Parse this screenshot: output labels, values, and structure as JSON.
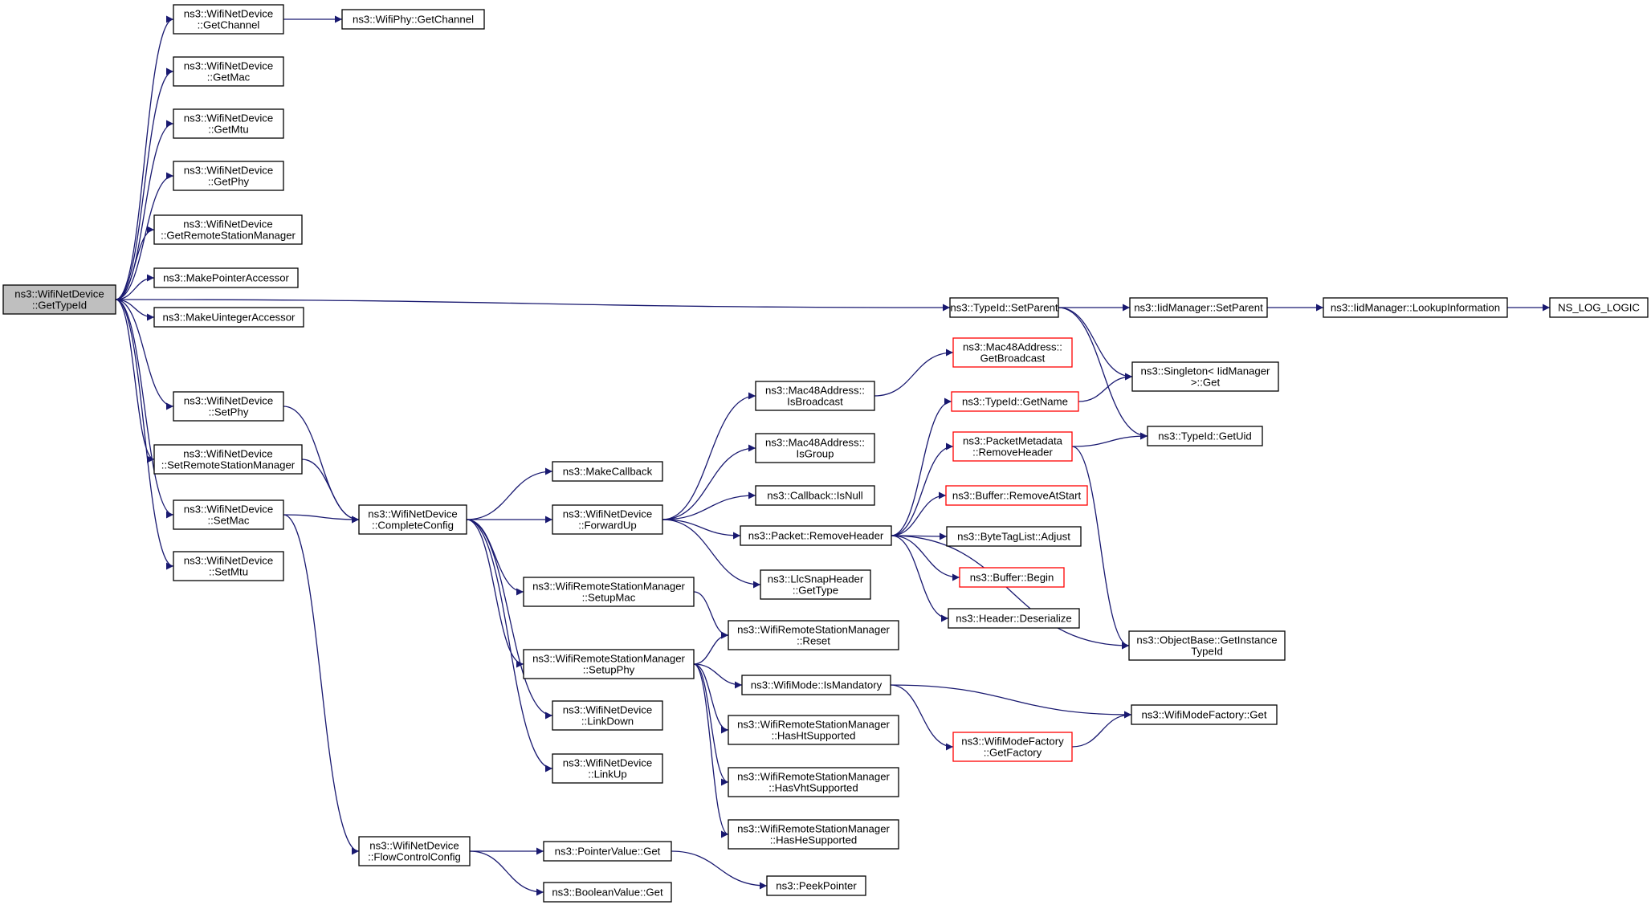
{
  "graph": {
    "colors": {
      "edge": "#191970",
      "root_fill": "#bfbfbf",
      "truncated_border": "#ff0000",
      "node_border": "#000000"
    },
    "nodes": [
      {
        "id": "root",
        "lines": [
          "ns3::WifiNetDevice",
          "::GetTypeId"
        ],
        "root": true
      },
      {
        "id": "getChannel",
        "lines": [
          "ns3::WifiNetDevice",
          "::GetChannel"
        ]
      },
      {
        "id": "phyGetChannel",
        "lines": [
          "ns3::WifiPhy::GetChannel"
        ]
      },
      {
        "id": "getMac",
        "lines": [
          "ns3::WifiNetDevice",
          "::GetMac"
        ]
      },
      {
        "id": "getMtu",
        "lines": [
          "ns3::WifiNetDevice",
          "::GetMtu"
        ]
      },
      {
        "id": "getPhy",
        "lines": [
          "ns3::WifiNetDevice",
          "::GetPhy"
        ]
      },
      {
        "id": "getRSM",
        "lines": [
          "ns3::WifiNetDevice",
          "::GetRemoteStationManager"
        ]
      },
      {
        "id": "makePtrAcc",
        "lines": [
          "ns3::MakePointerAccessor"
        ]
      },
      {
        "id": "makeUintAcc",
        "lines": [
          "ns3::MakeUintegerAccessor"
        ]
      },
      {
        "id": "typeIdSetParent",
        "lines": [
          "ns3::TypeId::SetParent"
        ]
      },
      {
        "id": "iidSetParent",
        "lines": [
          "ns3::IidManager::SetParent"
        ]
      },
      {
        "id": "iidLookup",
        "lines": [
          "ns3::IidManager::LookupInformation"
        ]
      },
      {
        "id": "nsLogLogic",
        "lines": [
          "NS_LOG_LOGIC"
        ]
      },
      {
        "id": "singletonGet",
        "lines": [
          "ns3::Singleton< IidManager",
          ">::Get"
        ]
      },
      {
        "id": "typeIdGetUid",
        "lines": [
          "ns3::TypeId::GetUid"
        ]
      },
      {
        "id": "setPhy",
        "lines": [
          "ns3::WifiNetDevice",
          "::SetPhy"
        ]
      },
      {
        "id": "setRSM",
        "lines": [
          "ns3::WifiNetDevice",
          "::SetRemoteStationManager"
        ]
      },
      {
        "id": "setMac",
        "lines": [
          "ns3::WifiNetDevice",
          "::SetMac"
        ]
      },
      {
        "id": "setMtu",
        "lines": [
          "ns3::WifiNetDevice",
          "::SetMtu"
        ]
      },
      {
        "id": "completeConfig",
        "lines": [
          "ns3::WifiNetDevice",
          "::CompleteConfig"
        ]
      },
      {
        "id": "makeCallback",
        "lines": [
          "ns3::MakeCallback"
        ]
      },
      {
        "id": "forwardUp",
        "lines": [
          "ns3::WifiNetDevice",
          "::ForwardUp"
        ]
      },
      {
        "id": "isBroadcast",
        "lines": [
          "ns3::Mac48Address::",
          "IsBroadcast"
        ]
      },
      {
        "id": "getBroadcast",
        "lines": [
          "ns3::Mac48Address::",
          "GetBroadcast"
        ],
        "truncated": true
      },
      {
        "id": "isGroup",
        "lines": [
          "ns3::Mac48Address::",
          "IsGroup"
        ]
      },
      {
        "id": "cbIsNull",
        "lines": [
          "ns3::Callback::IsNull"
        ]
      },
      {
        "id": "pktRemoveHeader",
        "lines": [
          "ns3::Packet::RemoveHeader"
        ]
      },
      {
        "id": "llcGetType",
        "lines": [
          "ns3::LlcSnapHeader",
          "::GetType"
        ]
      },
      {
        "id": "typeIdGetName",
        "lines": [
          "ns3::TypeId::GetName"
        ],
        "truncated": true
      },
      {
        "id": "pmRemoveHeader",
        "lines": [
          "ns3::PacketMetadata",
          "::RemoveHeader"
        ],
        "truncated": true
      },
      {
        "id": "bufRemoveAtStart",
        "lines": [
          "ns3::Buffer::RemoveAtStart"
        ],
        "truncated": true
      },
      {
        "id": "btlAdjust",
        "lines": [
          "ns3::ByteTagList::Adjust"
        ]
      },
      {
        "id": "bufBegin",
        "lines": [
          "ns3::Buffer::Begin"
        ],
        "truncated": true
      },
      {
        "id": "hdrDeserialize",
        "lines": [
          "ns3::Header::Deserialize"
        ]
      },
      {
        "id": "obGetInstance",
        "lines": [
          "ns3::ObjectBase::GetInstance",
          "TypeId"
        ]
      },
      {
        "id": "setupMac",
        "lines": [
          "ns3::WifiRemoteStationManager",
          "::SetupMac"
        ]
      },
      {
        "id": "setupPhy",
        "lines": [
          "ns3::WifiRemoteStationManager",
          "::SetupPhy"
        ]
      },
      {
        "id": "rsmReset",
        "lines": [
          "ns3::WifiRemoteStationManager",
          "::Reset"
        ]
      },
      {
        "id": "isMandatory",
        "lines": [
          "ns3::WifiMode::IsMandatory"
        ]
      },
      {
        "id": "modeFactoryGet",
        "lines": [
          "ns3::WifiModeFactory::Get"
        ]
      },
      {
        "id": "getFactory",
        "lines": [
          "ns3::WifiModeFactory",
          "::GetFactory"
        ],
        "truncated": true
      },
      {
        "id": "hasHt",
        "lines": [
          "ns3::WifiRemoteStationManager",
          "::HasHtSupported"
        ]
      },
      {
        "id": "hasVht",
        "lines": [
          "ns3::WifiRemoteStationManager",
          "::HasVhtSupported"
        ]
      },
      {
        "id": "hasHe",
        "lines": [
          "ns3::WifiRemoteStationManager",
          "::HasHeSupported"
        ]
      },
      {
        "id": "linkDown",
        "lines": [
          "ns3::WifiNetDevice",
          "::LinkDown"
        ]
      },
      {
        "id": "linkUp",
        "lines": [
          "ns3::WifiNetDevice",
          "::LinkUp"
        ]
      },
      {
        "id": "flowControl",
        "lines": [
          "ns3::WifiNetDevice",
          "::FlowControlConfig"
        ]
      },
      {
        "id": "ptrValueGet",
        "lines": [
          "ns3::PointerValue::Get"
        ]
      },
      {
        "id": "boolValueGet",
        "lines": [
          "ns3::BooleanValue::Get"
        ]
      },
      {
        "id": "peekPointer",
        "lines": [
          "ns3::PeekPointer"
        ]
      }
    ],
    "edges": [
      [
        "root",
        "getChannel"
      ],
      [
        "getChannel",
        "phyGetChannel"
      ],
      [
        "root",
        "getMac"
      ],
      [
        "root",
        "getMtu"
      ],
      [
        "root",
        "getPhy"
      ],
      [
        "root",
        "getRSM"
      ],
      [
        "root",
        "makePtrAcc"
      ],
      [
        "root",
        "makeUintAcc"
      ],
      [
        "root",
        "typeIdSetParent"
      ],
      [
        "typeIdSetParent",
        "iidSetParent"
      ],
      [
        "iidSetParent",
        "iidLookup"
      ],
      [
        "iidLookup",
        "nsLogLogic"
      ],
      [
        "typeIdSetParent",
        "singletonGet"
      ],
      [
        "typeIdSetParent",
        "typeIdGetUid"
      ],
      [
        "root",
        "setPhy"
      ],
      [
        "root",
        "setRSM"
      ],
      [
        "root",
        "setMac"
      ],
      [
        "root",
        "setMtu"
      ],
      [
        "setPhy",
        "completeConfig"
      ],
      [
        "setRSM",
        "completeConfig"
      ],
      [
        "setMac",
        "completeConfig"
      ],
      [
        "setMac",
        "flowControl"
      ],
      [
        "completeConfig",
        "makeCallback"
      ],
      [
        "completeConfig",
        "forwardUp"
      ],
      [
        "completeConfig",
        "setupMac"
      ],
      [
        "completeConfig",
        "setupPhy"
      ],
      [
        "completeConfig",
        "linkDown"
      ],
      [
        "completeConfig",
        "linkUp"
      ],
      [
        "forwardUp",
        "isBroadcast"
      ],
      [
        "isBroadcast",
        "getBroadcast"
      ],
      [
        "forwardUp",
        "isGroup"
      ],
      [
        "forwardUp",
        "cbIsNull"
      ],
      [
        "forwardUp",
        "pktRemoveHeader"
      ],
      [
        "forwardUp",
        "llcGetType"
      ],
      [
        "pktRemoveHeader",
        "typeIdGetName"
      ],
      [
        "typeIdGetName",
        "singletonGet"
      ],
      [
        "pktRemoveHeader",
        "pmRemoveHeader"
      ],
      [
        "pmRemoveHeader",
        "typeIdGetUid"
      ],
      [
        "pmRemoveHeader",
        "obGetInstance"
      ],
      [
        "pktRemoveHeader",
        "bufRemoveAtStart"
      ],
      [
        "pktRemoveHeader",
        "btlAdjust"
      ],
      [
        "pktRemoveHeader",
        "bufBegin"
      ],
      [
        "pktRemoveHeader",
        "hdrDeserialize"
      ],
      [
        "pktRemoveHeader",
        "obGetInstance"
      ],
      [
        "setupMac",
        "rsmReset"
      ],
      [
        "setupPhy",
        "rsmReset"
      ],
      [
        "setupPhy",
        "isMandatory"
      ],
      [
        "setupPhy",
        "hasHt"
      ],
      [
        "setupPhy",
        "hasVht"
      ],
      [
        "setupPhy",
        "hasHe"
      ],
      [
        "isMandatory",
        "modeFactoryGet"
      ],
      [
        "isMandatory",
        "getFactory"
      ],
      [
        "getFactory",
        "modeFactoryGet"
      ],
      [
        "flowControl",
        "ptrValueGet"
      ],
      [
        "flowControl",
        "boolValueGet"
      ],
      [
        "ptrValueGet",
        "peekPointer"
      ]
    ]
  }
}
